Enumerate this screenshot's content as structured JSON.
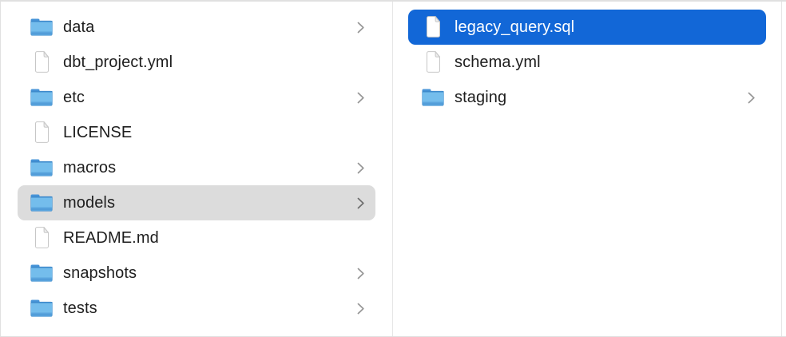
{
  "window": {
    "kind": "finder-column-view"
  },
  "colors": {
    "window_bg": "#ffffff",
    "edge": "#e0e0e0",
    "divider": "#e6e6e6",
    "selection_blue": "#1267d7",
    "selection_gray": "#dcdcdc",
    "text": "#1e1e1e",
    "text_selected": "#ffffff",
    "chevron": "#969696",
    "folder_blue_top": "#6fb9ea",
    "folder_blue_bottom": "#4b97d4"
  },
  "columns": [
    {
      "name": "column-1",
      "items": [
        {
          "label": "data",
          "icon": "folder-icon",
          "chevron": true,
          "selected": "none"
        },
        {
          "label": "dbt_project.yml",
          "icon": "file-icon",
          "chevron": false,
          "selected": "none"
        },
        {
          "label": "etc",
          "icon": "folder-icon",
          "chevron": true,
          "selected": "none"
        },
        {
          "label": "LICENSE",
          "icon": "file-icon",
          "chevron": false,
          "selected": "none"
        },
        {
          "label": "macros",
          "icon": "folder-icon",
          "chevron": true,
          "selected": "none"
        },
        {
          "label": "models",
          "icon": "folder-icon",
          "chevron": true,
          "selected": "gray"
        },
        {
          "label": "README.md",
          "icon": "file-icon",
          "chevron": false,
          "selected": "none"
        },
        {
          "label": "snapshots",
          "icon": "folder-icon",
          "chevron": true,
          "selected": "none"
        },
        {
          "label": "tests",
          "icon": "folder-icon",
          "chevron": true,
          "selected": "none"
        }
      ]
    },
    {
      "name": "column-2",
      "items": [
        {
          "label": "legacy_query.sql",
          "icon": "file-icon",
          "chevron": false,
          "selected": "blue"
        },
        {
          "label": "schema.yml",
          "icon": "file-icon",
          "chevron": false,
          "selected": "none"
        },
        {
          "label": "staging",
          "icon": "folder-icon",
          "chevron": true,
          "selected": "none"
        }
      ]
    }
  ]
}
